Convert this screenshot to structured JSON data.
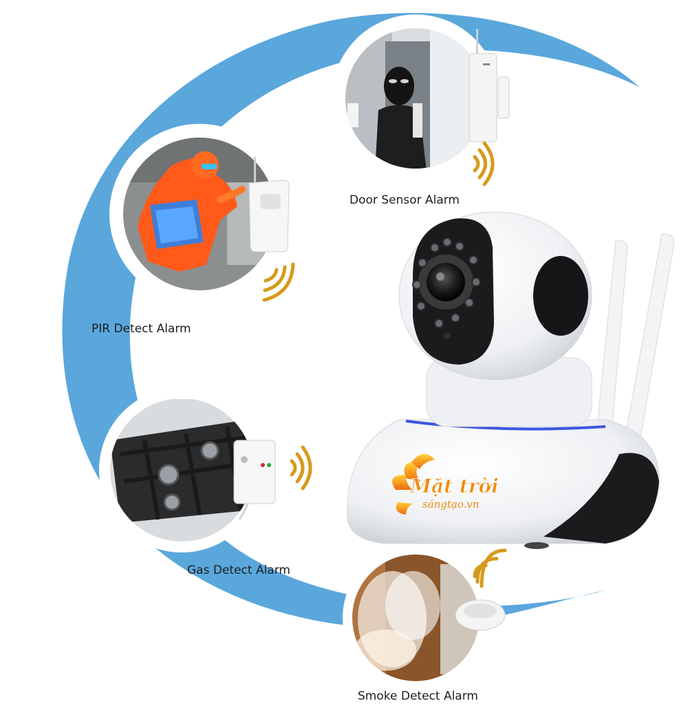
{
  "alarms": {
    "door": {
      "label": "Door Sensor Alarm"
    },
    "pir": {
      "label": "PIR Detect Alarm"
    },
    "gas": {
      "label": "Gas Detect Alarm"
    },
    "smoke": {
      "label": "Smoke Detect Alarm"
    }
  },
  "brand": {
    "name": "Mặt trời",
    "domain": "sángtạo.vn"
  },
  "colors": {
    "arc_blue": "#5aa7dc",
    "signal_gold": "#d69a1c",
    "camera_white": "#f4f5f7",
    "camera_dark": "#1b1b1e",
    "led_ring_blue": "#3c55e0",
    "brand_orange": "#f08a10"
  }
}
